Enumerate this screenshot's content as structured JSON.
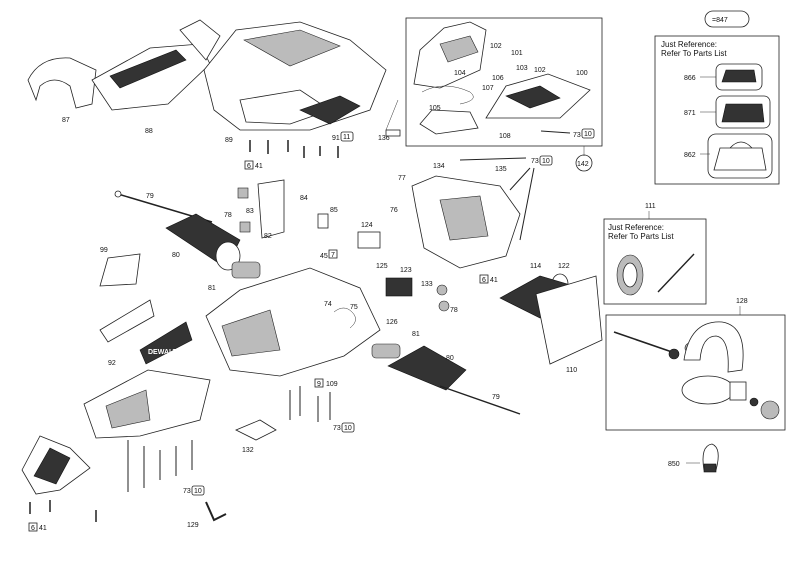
{
  "oval_ref": "=847",
  "reference_box": {
    "heading_line1": "Just Reference:",
    "heading_line2": "Refer To Parts List",
    "items": [
      "866",
      "871",
      "862"
    ]
  },
  "reference_box_small": {
    "number": "111",
    "heading_line1": "Just Reference:",
    "heading_line2": "Refer To Parts List"
  },
  "box_128": "128",
  "label_850": "850",
  "inset_box_label": "142",
  "parts": {
    "p87": "87",
    "p88": "88",
    "p89": "89",
    "p91": "91",
    "p11a": "11",
    "p41a": "41",
    "p6a": "6",
    "p79a": "79",
    "p78a": "78",
    "p83": "83",
    "p84": "84",
    "p85": "85",
    "p80a": "80",
    "p81a": "81",
    "p82": "82",
    "p45": "45",
    "p7": "7",
    "p99": "99",
    "p76": "76",
    "p124": "124",
    "p77": "77",
    "p134": "134",
    "p135": "135",
    "p73a": "73",
    "p10a": "10",
    "p125": "125",
    "p123": "123",
    "p133": "133",
    "p41b": "41",
    "p6b": "6",
    "p114": "114",
    "p122": "122",
    "p74": "74",
    "p75": "75",
    "p126": "126",
    "p78b": "78",
    "p81b": "81",
    "p80b": "80",
    "p79b": "79",
    "p110": "110",
    "p92": "92",
    "p9": "9",
    "p109": "109",
    "p73b": "73",
    "p10b": "10",
    "p132": "132",
    "p73c": "73",
    "p10c": "10",
    "p129": "129",
    "p41c": "41",
    "p6c": "6",
    "p102a": "102",
    "p101": "101",
    "p104": "104",
    "p103": "103",
    "p106": "106",
    "p107": "107",
    "p102b": "102",
    "p100": "100",
    "p105": "105",
    "p108": "108",
    "p136": "136",
    "p73d": "73",
    "p10d": "10"
  },
  "logos": {
    "brand": "DEWALT"
  }
}
